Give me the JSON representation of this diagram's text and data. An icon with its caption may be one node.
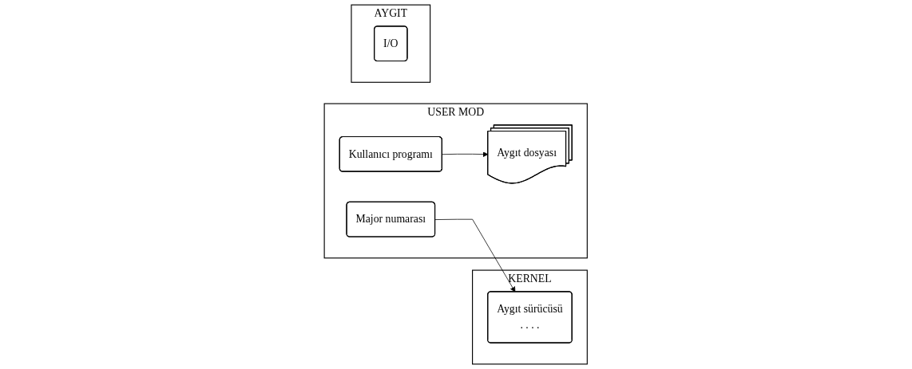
{
  "diagram": {
    "nodes": [
      {
        "text": [
          "USER MOD"
        ]
      },
      {
        "text": [
          "Kullanıcı programı"
        ],
        "in": 0
      },
      {
        "text": [
          "Aygıt dosyası"
        ],
        "in": 0
      },
      {
        "text": [
          "Major numarası"
        ],
        "in": 0
      },
      {
        "text": [
          "KERNEL"
        ]
      },
      {
        "text": [
          "Aygıt sürücüsü",
          ". . . ."
        ],
        "in": 4
      },
      {
        "text": [
          "AYGIT"
        ]
      },
      {
        "text": [
          "I/O"
        ],
        "in": 6
      }
    ],
    "edges": [
      {
        "from": 1,
        "to": 2,
        "arrow": "to"
      },
      {
        "from": 3,
        "to": 5,
        "arrow": "to"
      }
    ]
  }
}
